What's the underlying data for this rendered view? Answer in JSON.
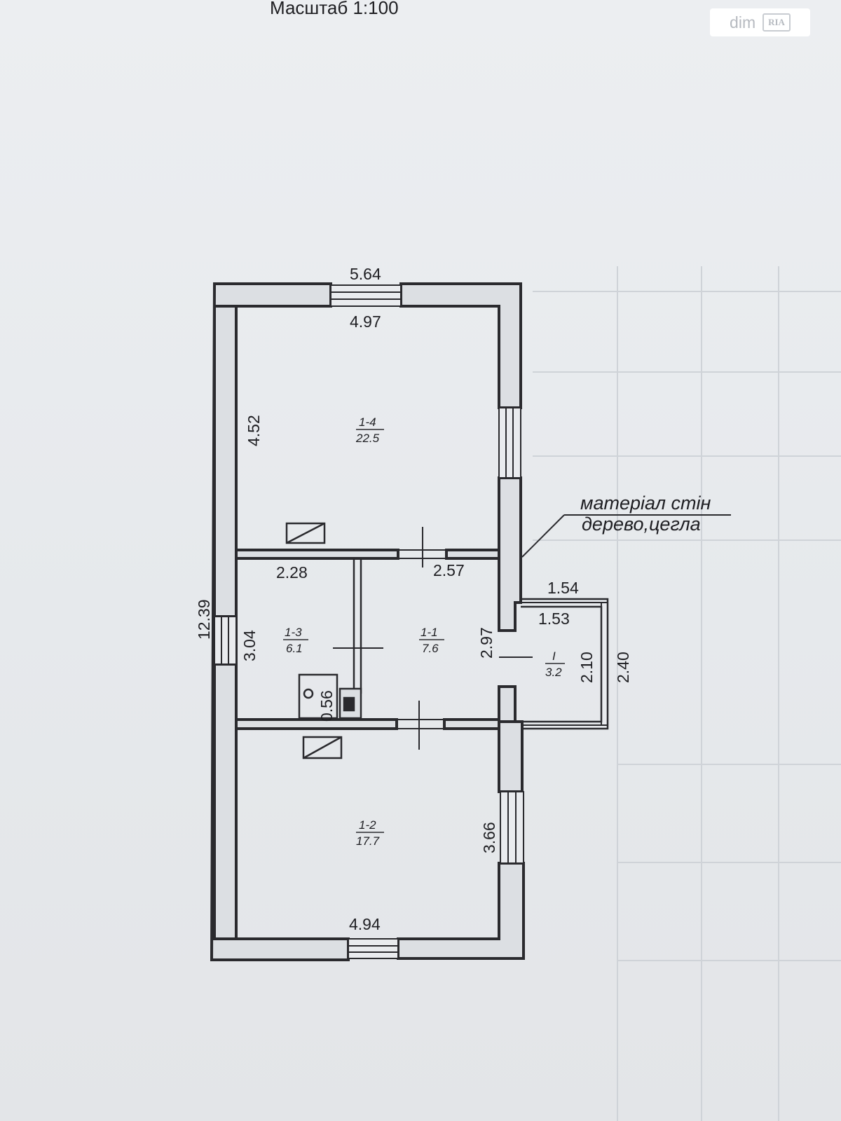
{
  "header": {
    "scale": "Масштаб 1:100"
  },
  "watermark": {
    "text": "dim",
    "logo": "RIA"
  },
  "plan": {
    "overall_width_label": "5.64",
    "overall_length_label": "12.39",
    "wall_material_note": [
      "матеріал стін",
      "дерево,цегла"
    ],
    "rooms": [
      {
        "id": "1-4",
        "area": "22.5"
      },
      {
        "id": "1-3",
        "area": "6.1"
      },
      {
        "id": "1-1",
        "area": "7.6"
      },
      {
        "id": "1-2",
        "area": "17.7"
      },
      {
        "id": "I",
        "area": "3.2"
      }
    ],
    "dimensions": {
      "room_1_4_width": "4.97",
      "room_1_4_length": "4.52",
      "room_1_3_width": "2.28",
      "room_1_1_width": "2.57",
      "room_1_3_length": "3.04",
      "room_1_1_length": "2.97",
      "stove": "0.56",
      "porch_outer_width": "1.54",
      "porch_inner_width": "1.53",
      "porch_inner_length": "2.10",
      "porch_outer_length": "2.40",
      "room_1_2_length": "3.66",
      "room_1_2_width": "4.94"
    }
  }
}
